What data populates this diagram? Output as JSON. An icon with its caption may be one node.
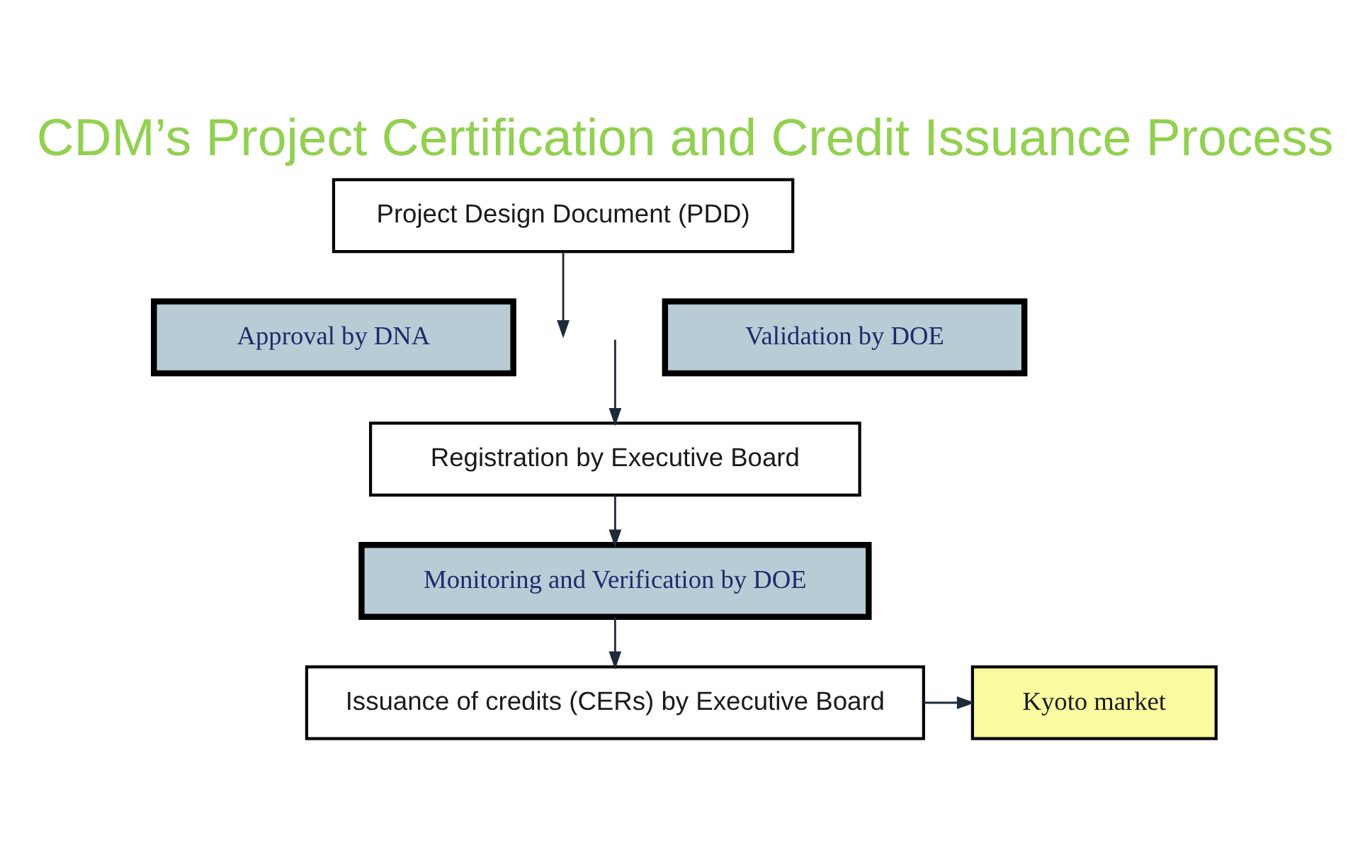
{
  "diagram": {
    "title": "CDM’s Project Certification and Credit Issuance Process",
    "nodes": [
      {
        "text": [
          "Project Design Document (PDD)"
        ]
      },
      {
        "text": [
          "Approval by DNA"
        ]
      },
      {
        "text": [
          "Validation by DOE"
        ]
      },
      {
        "text": [
          "Registration by Executive Board"
        ]
      },
      {
        "text": [
          "Monitoring and Verification by DOE"
        ]
      },
      {
        "text": [
          "Issuance of credits (CERs) by Executive Board"
        ]
      },
      {
        "text": [
          "Kyoto market"
        ]
      }
    ],
    "edges": [
      {
        "from": 0,
        "to": null,
        "arrow": "to"
      },
      {
        "from": null,
        "to": 3,
        "arrow": "to"
      },
      {
        "from": 3,
        "to": 4,
        "arrow": "to"
      },
      {
        "from": 4,
        "to": 5,
        "arrow": "to"
      },
      {
        "from": 5,
        "to": 6,
        "arrow": "to"
      }
    ]
  }
}
